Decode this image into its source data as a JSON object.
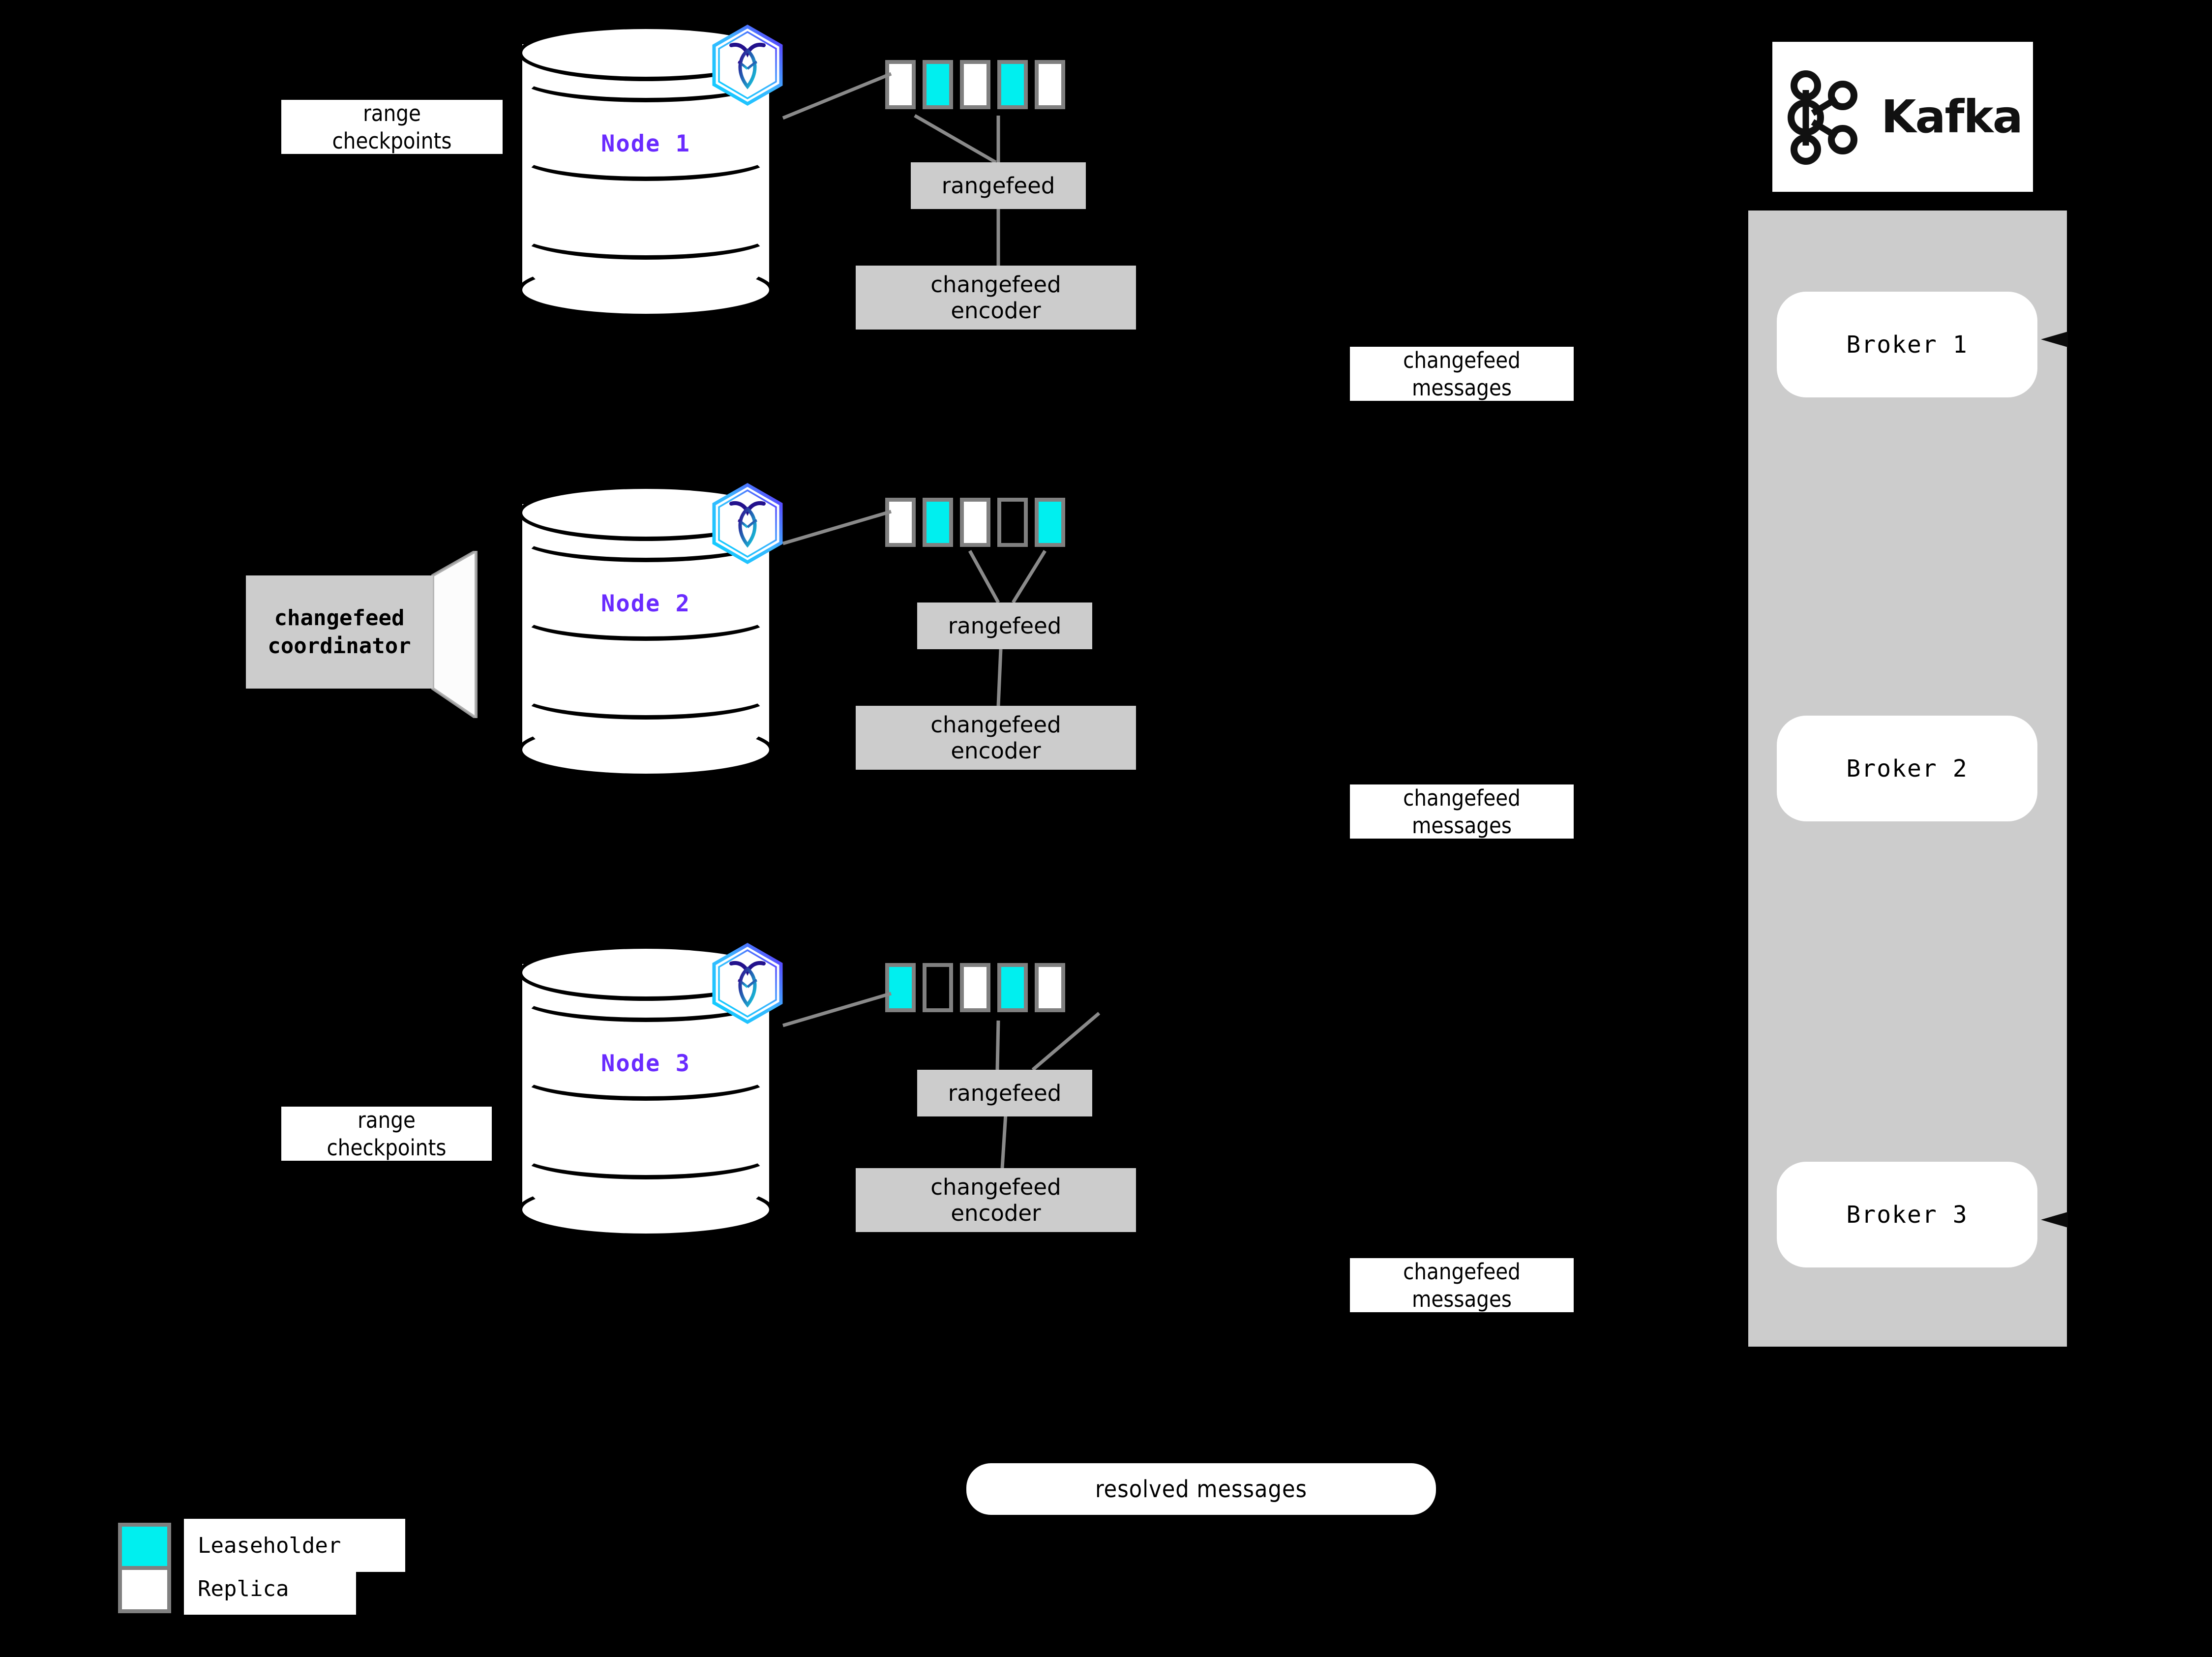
{
  "meta": {
    "background_color": "#000000",
    "accent_purple": "#6A2BFF",
    "leaseholder_color": "#00EFEF",
    "replica_color": "#FFFFFF",
    "box_gray": "#CCCCCC",
    "border_gray": "#808080"
  },
  "nodes": [
    {
      "id": "node-1",
      "label": "Node 1",
      "replicas": [
        "white",
        "cyan",
        "white",
        "cyan",
        "white"
      ],
      "rangefeed_label": "rangefeed",
      "encoder_label": "changefeed encoder",
      "encoder_line1": "changefeed",
      "encoder_line2": "encoder",
      "side_label_line1": "range",
      "side_label_line2": "checkpoints"
    },
    {
      "id": "node-2",
      "label": "Node 2",
      "replicas": [
        "white",
        "cyan",
        "white",
        "empty",
        "cyan"
      ],
      "rangefeed_label": "rangefeed",
      "encoder_label": "changefeed encoder",
      "encoder_line1": "changefeed",
      "encoder_line2": "encoder",
      "coordinator_line1": "changefeed",
      "coordinator_line2": "coordinator"
    },
    {
      "id": "node-3",
      "label": "Node 3",
      "replicas": [
        "cyan",
        "empty",
        "white",
        "cyan",
        "white"
      ],
      "rangefeed_label": "rangefeed",
      "encoder_label": "changefeed encoder",
      "encoder_line1": "changefeed",
      "encoder_line2": "encoder",
      "side_label_line1": "range",
      "side_label_line2": "checkpoints"
    }
  ],
  "messages": [
    {
      "id": "msg-1",
      "line1": "changefeed",
      "line2": "messages"
    },
    {
      "id": "msg-2",
      "line1": "changefeed",
      "line2": "messages"
    },
    {
      "id": "msg-3",
      "line1": "changefeed",
      "line2": "messages"
    }
  ],
  "resolved": {
    "label": "resolved messages"
  },
  "kafka": {
    "logo_text": "Kafka",
    "brokers": [
      {
        "label": "Broker 1"
      },
      {
        "label": "Broker 2"
      },
      {
        "label": "Broker 3"
      }
    ]
  },
  "legend": {
    "items": [
      {
        "swatch": "cyan",
        "label": "Leaseholder"
      },
      {
        "swatch": "white",
        "label": "Replica"
      }
    ]
  }
}
